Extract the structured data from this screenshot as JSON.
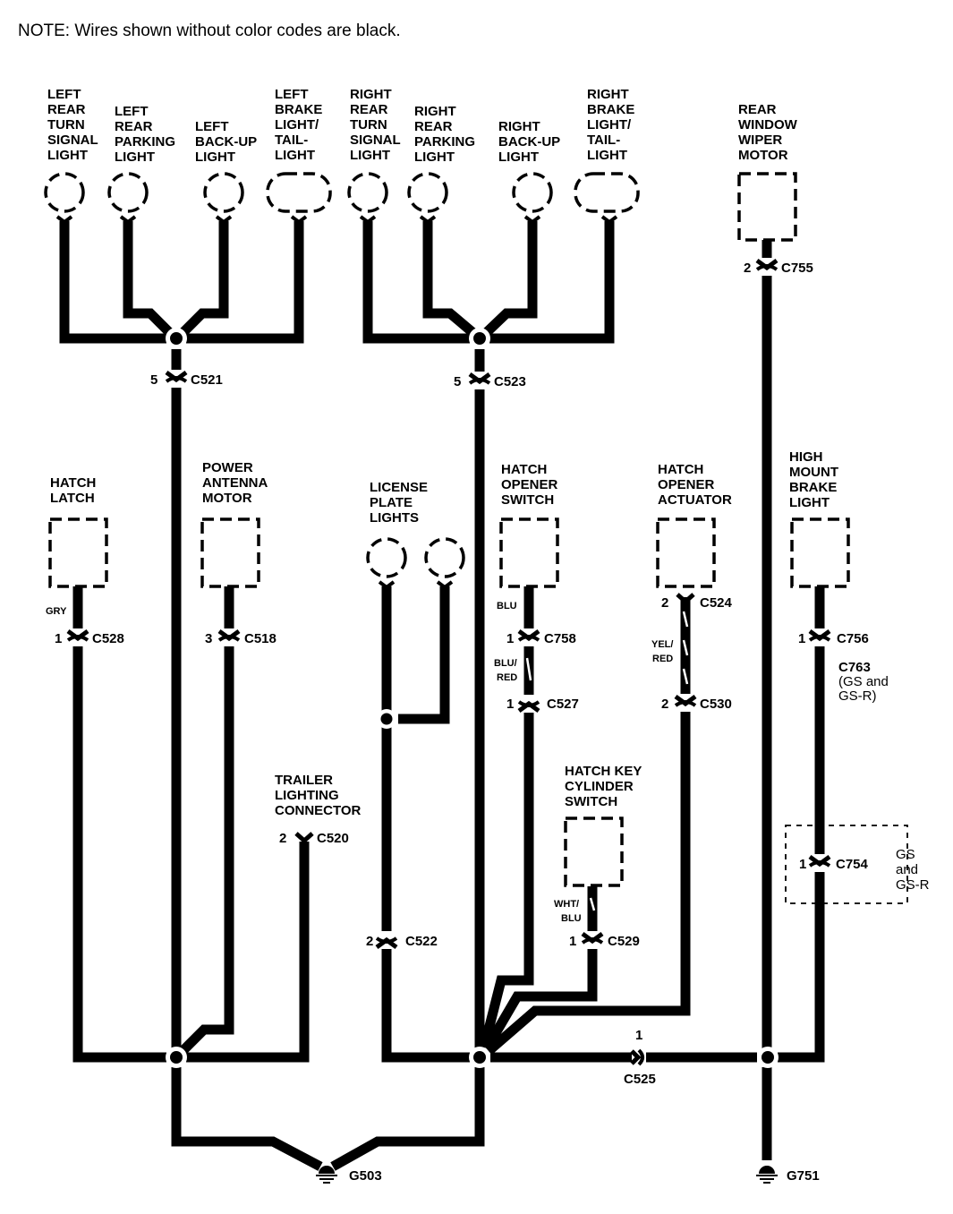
{
  "note": "NOTE: Wires shown without color codes are black.",
  "components": {
    "left_rear_turn": [
      "LEFT",
      "REAR",
      "TURN",
      "SIGNAL",
      "LIGHT"
    ],
    "left_rear_parking": [
      "LEFT",
      "REAR",
      "PARKING",
      "LIGHT"
    ],
    "left_backup": [
      "LEFT",
      "BACK-UP",
      "LIGHT"
    ],
    "left_brake_tail": [
      "LEFT",
      "BRAKE",
      "LIGHT/",
      "TAIL-",
      "LIGHT"
    ],
    "right_rear_turn": [
      "RIGHT",
      "REAR",
      "TURN",
      "SIGNAL",
      "LIGHT"
    ],
    "right_rear_parking": [
      "RIGHT",
      "REAR",
      "PARKING",
      "LIGHT"
    ],
    "right_backup": [
      "RIGHT",
      "BACK-UP",
      "LIGHT"
    ],
    "right_brake_tail": [
      "RIGHT",
      "BRAKE",
      "LIGHT/",
      "TAIL-",
      "LIGHT"
    ],
    "rear_wiper": [
      "REAR",
      "WINDOW",
      "WIPER",
      "MOTOR"
    ],
    "hatch_latch": [
      "HATCH",
      "LATCH"
    ],
    "power_antenna": [
      "POWER",
      "ANTENNA",
      "MOTOR"
    ],
    "license_plate": [
      "LICENSE",
      "PLATE",
      "LIGHTS"
    ],
    "hatch_opener_switch": [
      "HATCH",
      "OPENER",
      "SWITCH"
    ],
    "hatch_opener_actuator": [
      "HATCH",
      "OPENER",
      "ACTUATOR"
    ],
    "high_mount_brake": [
      "HIGH",
      "MOUNT",
      "BRAKE",
      "LIGHT"
    ],
    "trailer_connector": [
      "TRAILER",
      "LIGHTING",
      "CONNECTOR"
    ],
    "hatch_key_cylinder": [
      "HATCH KEY",
      "CYLINDER",
      "SWITCH"
    ]
  },
  "connectors": {
    "c521": {
      "pin": "5",
      "name": "C521"
    },
    "c523": {
      "pin": "5",
      "name": "C523"
    },
    "c755": {
      "pin": "2",
      "name": "C755"
    },
    "c528": {
      "pin": "1",
      "name": "C528"
    },
    "c518": {
      "pin": "3",
      "name": "C518"
    },
    "c758": {
      "pin": "1",
      "name": "C758"
    },
    "c527": {
      "pin": "1",
      "name": "C527"
    },
    "c524": {
      "pin": "2",
      "name": "C524"
    },
    "c530": {
      "pin": "2",
      "name": "C530"
    },
    "c756": {
      "pin": "1",
      "name": "C756"
    },
    "c763": {
      "name": "C763",
      "note": [
        "(GS and",
        "GS-R)"
      ]
    },
    "c754": {
      "pin": "1",
      "name": "C754",
      "note": [
        "GS",
        "and",
        "GS-R"
      ]
    },
    "c520": {
      "pin": "2",
      "name": "C520"
    },
    "c522": {
      "pin": "2",
      "name": "C522"
    },
    "c529": {
      "pin": "1",
      "name": "C529"
    },
    "c525": {
      "pin": "1",
      "name": "C525"
    }
  },
  "wire_colors": {
    "gry": "GRY",
    "blu": "BLU",
    "blu_red": [
      "BLU/",
      "RED"
    ],
    "yel_red": [
      "YEL/",
      "RED"
    ],
    "wht_blu": [
      "WHT/",
      "BLU"
    ]
  },
  "grounds": {
    "g503": "G503",
    "g751": "G751"
  }
}
